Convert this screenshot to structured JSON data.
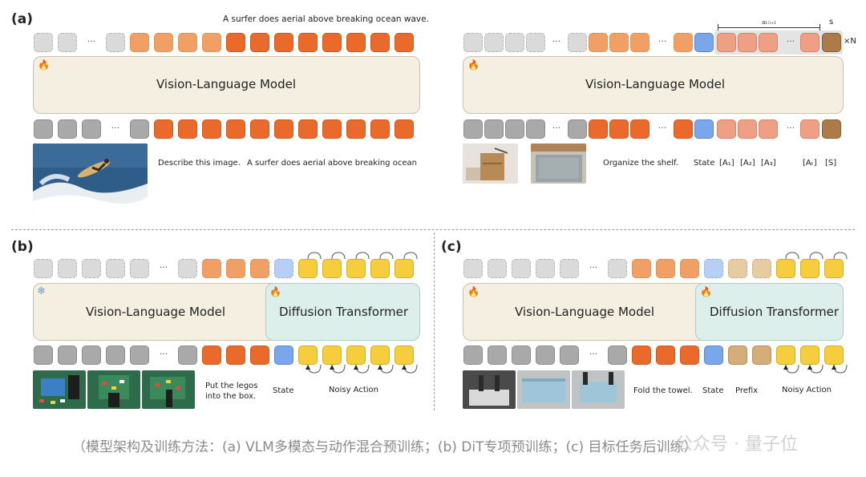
{
  "panels": {
    "a": {
      "label": "(a)",
      "top_caption": "A surfer does aerial above breaking ocean wave.",
      "left_model": "Vision-Language Model",
      "right_model": "Vision-Language Model",
      "left_bottom_caption1": "Describe this image.",
      "left_bottom_caption2": "A surfer does aerial above breaking ocean",
      "right_instruction": "Organize the shelf.",
      "state_label": "State",
      "a1": "[A₁]",
      "a2": "[A₂]",
      "a3": "[A₃]",
      "at": "[Aₜ]",
      "s": "[S]",
      "bracket_a": "a₁:ₜ₊₁",
      "bracket_s": "s",
      "times_n": "×N",
      "ellipsis": "···"
    },
    "b": {
      "label": "(b)",
      "vlm": "Vision-Language Model",
      "dit": "Diffusion Transformer",
      "instruction_line1": "Put the legos",
      "instruction_line2": "into the box.",
      "state": "State",
      "noisy": "Noisy Action"
    },
    "c": {
      "label": "(c)",
      "vlm": "Vision-Language Model",
      "dit": "Diffusion Transformer",
      "instruction": "Fold the towel.",
      "state": "State",
      "prefix": "Prefix",
      "noisy": "Noisy Action"
    }
  },
  "caption": "（模型架构及训练方法：(a) VLM多模态与动作混合预训练；(b) DiT专项预训练；(c) 目标任务后训练）",
  "watermark": "公众号 · 量子位",
  "colors": {
    "orange": "#ea6a2c",
    "gray": "#a9a9a9",
    "blue": "#7aa6ec",
    "yellow": "#f6cd3c",
    "salmon": "#ef9f84",
    "brown": "#ad7a4a",
    "model_fill": "#f4efe0",
    "dit_fill": "#dcefeb"
  }
}
